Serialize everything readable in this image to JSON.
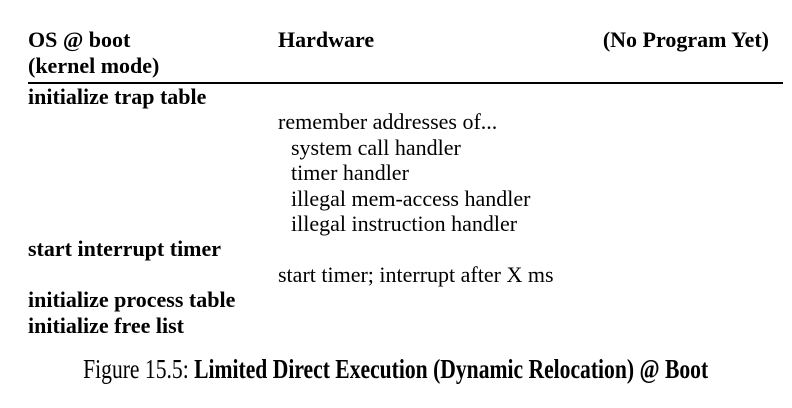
{
  "table": {
    "header": {
      "os": "OS @ boot\n(kernel mode)",
      "hw": "Hardware",
      "note": "(No Program Yet)"
    },
    "rows": [
      {
        "os": "initialize trap table",
        "hw": ""
      },
      {
        "os": "",
        "hw": "remember addresses of..."
      },
      {
        "os": "",
        "hw": "system call handler"
      },
      {
        "os": "",
        "hw": "timer handler"
      },
      {
        "os": "",
        "hw": "illegal mem-access handler"
      },
      {
        "os": "",
        "hw": "illegal instruction handler"
      },
      {
        "os": "start interrupt timer",
        "hw": ""
      },
      {
        "os": "",
        "hw": "start timer; interrupt after X ms"
      },
      {
        "os": "initialize process table",
        "hw": ""
      },
      {
        "os": "initialize free list",
        "hw": ""
      }
    ]
  },
  "caption": {
    "prefix": "Figure 15.5:",
    "title": "Limited Direct Execution (Dynamic Relocation) @ Boot"
  },
  "colors": {
    "text": "#000000",
    "background": "#ffffff",
    "rule": "#000000"
  }
}
